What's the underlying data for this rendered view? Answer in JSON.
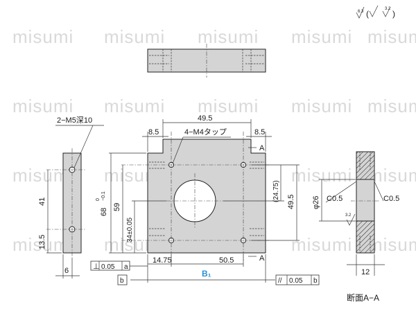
{
  "watermark": "misumi",
  "surface_symbol": {
    "main": "6.3",
    "paren": "3.2",
    "face": "3.2"
  },
  "labels": {
    "m5_depth": "2−M5深10",
    "m4_tap": "4−M4タップ",
    "section_marker": "A",
    "section_title": "断面A−A",
    "b1_label": "B₁",
    "datum_a": "a",
    "datum_b": "b",
    "perp_symbol": "⊥",
    "perp_value": "0.05",
    "par_symbol": "//",
    "par_value": "0.05",
    "chamfer_1": "C0.5",
    "chamfer_2": "C0.5"
  },
  "dims": {
    "width_495": "49.5",
    "left_85": "8.5",
    "right_85": "8.5",
    "height_68": "68",
    "height_68_tol_upper": "0",
    "height_68_tol_lower": "−0.1",
    "height_59": "59",
    "height_34": "34±0.05",
    "height_2475": "(24.75)",
    "height_495": "49.5",
    "dia_26": "φ26",
    "bot_1475": "14.75",
    "bot_505": "50.5",
    "side_41": "41",
    "side_135": "13.5",
    "side_6": "6",
    "sec_12": "12"
  }
}
